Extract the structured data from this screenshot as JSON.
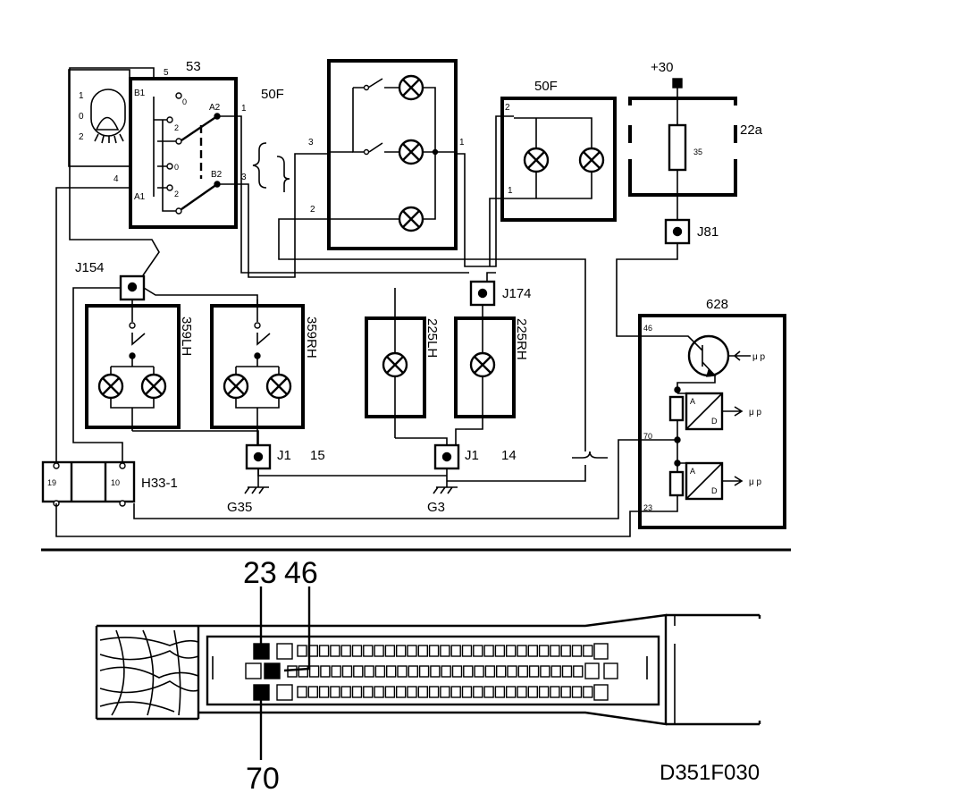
{
  "labels": {
    "switch_53": "53",
    "fuse_50f_left": "50F",
    "fuse_50f_right": "50F",
    "plus30": "+30",
    "fuse_22a": "22a",
    "fuse_35": "35",
    "j81": "J81",
    "j154": "J154",
    "j174": "J174",
    "lamp_359lh": "359LH",
    "lamp_359rh": "359RH",
    "lamp_225lh": "225LH",
    "lamp_225rh": "225RH",
    "j1_left": "J1",
    "j1_left_num": "15",
    "j1_right": "J1",
    "j1_right_num": "14",
    "g35": "G35",
    "g3": "G3",
    "h33": "H33-1",
    "ecu_628": "628",
    "ecu_pin46": "46",
    "ecu_pin70": "70",
    "ecu_pin23": "23",
    "ad_a": "A",
    "ad_d": "D",
    "mu_p_1": "μ p",
    "mu_p_2": "μ p",
    "mu_p_3": "μ p",
    "pin5": "5",
    "pin4": "4",
    "pin_b1": "B1",
    "pin_a1": "A1",
    "pin_a2": "A2",
    "pin_b2": "B2",
    "pin_1_top": "1",
    "pin_3_top": "3",
    "pos_1": "1",
    "pos_0": "0",
    "pos_2": "2",
    "sw_0_top": "0",
    "sw_2_a": "2",
    "sw_0_mid": "0",
    "sw_2_b": "2",
    "mid_3": "3",
    "mid_2": "2",
    "mid_1": "1",
    "r_2": "2",
    "r_1": "1",
    "h33_19": "19",
    "h33_10": "10",
    "conn_23": "23",
    "conn_46": "46",
    "conn_70": "70",
    "drawing_code": "D351F030"
  }
}
